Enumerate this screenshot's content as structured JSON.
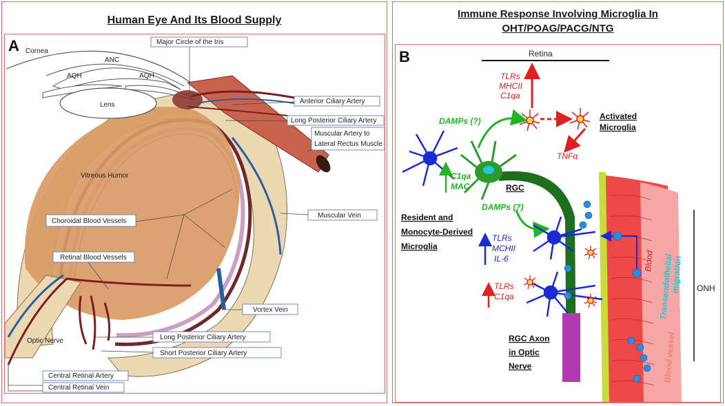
{
  "left_panel": {
    "title": "Human Eye And Its Blood Supply",
    "letter": "A",
    "plain_labels": {
      "cornea": "Cornea",
      "anc": "ANC",
      "aqh_left": "AQH",
      "aqh_right": "AQH",
      "lens": "Lens",
      "vitreous": "Vitreous Humor",
      "optic_nerve": "Optic Nerve"
    },
    "boxed_labels": {
      "major_circle": "Major Circle of the Iris",
      "anterior_ciliary": "Anterior Ciliary Artery",
      "long_posterior_top": "Long Posterior Ciliary Artery",
      "muscular_artery_1": "Muscular Artery to",
      "muscular_artery_2": "Lateral Rectus Muscle",
      "choroidal": "Choroidal Blood Vessels",
      "muscular_vein": "Muscular Vein",
      "retinal_vessels": "Retinal Blood Vessels",
      "vortex_vein": "Vortex Vein",
      "long_posterior_bottom": "Long Posterior Ciliary Artery",
      "short_posterior": "Short Posterior Ciliary Artery",
      "central_artery": "Central Retinal Artery",
      "central_vein": "Central Retinal Vein"
    }
  },
  "right_panel": {
    "title_line1": "Immune Response Involving Microglia In",
    "title_line2": "OHT/POAG/PACG/NTG",
    "letter": "B",
    "retina": "Retina",
    "tlrs_top": [
      "TLRs",
      "MHCII",
      "C1qa"
    ],
    "damps_top": "DAMPs (?)",
    "activated": [
      "Activated",
      "Microglia"
    ],
    "tnf": "TNFα",
    "c1qa_mac": [
      "C1qa",
      "MAC"
    ],
    "rgc": "RGC",
    "damps_mid": "DAMPs (?)",
    "resident": [
      "Resident and",
      "Monocyte-Derived",
      "Microglia"
    ],
    "tlrs_blue": [
      "TLRs",
      "MCHII",
      "IL-6"
    ],
    "tlrs_red": [
      "TLRs",
      "C1qa"
    ],
    "transendothelial": [
      "Transendothelial",
      "migration"
    ],
    "blood": "Blood",
    "blood_vessel": "Blood vessel",
    "onh": "ONH",
    "rgc_axon": [
      "RGC Axon",
      "in Optic",
      "Nerve"
    ]
  },
  "colors": {
    "frame": "#e06a6a",
    "artery": "#7a1f1f",
    "vein": "#2a5d9e",
    "vitreous": "#d99a66",
    "microglia_blue": "#1a2bd6",
    "rgc_green": "#1f7a1f",
    "arrow_red": "#e02020",
    "arrow_green": "#22b422",
    "cyan_text": "#1fc7d9",
    "pink_text": "#f08080"
  }
}
